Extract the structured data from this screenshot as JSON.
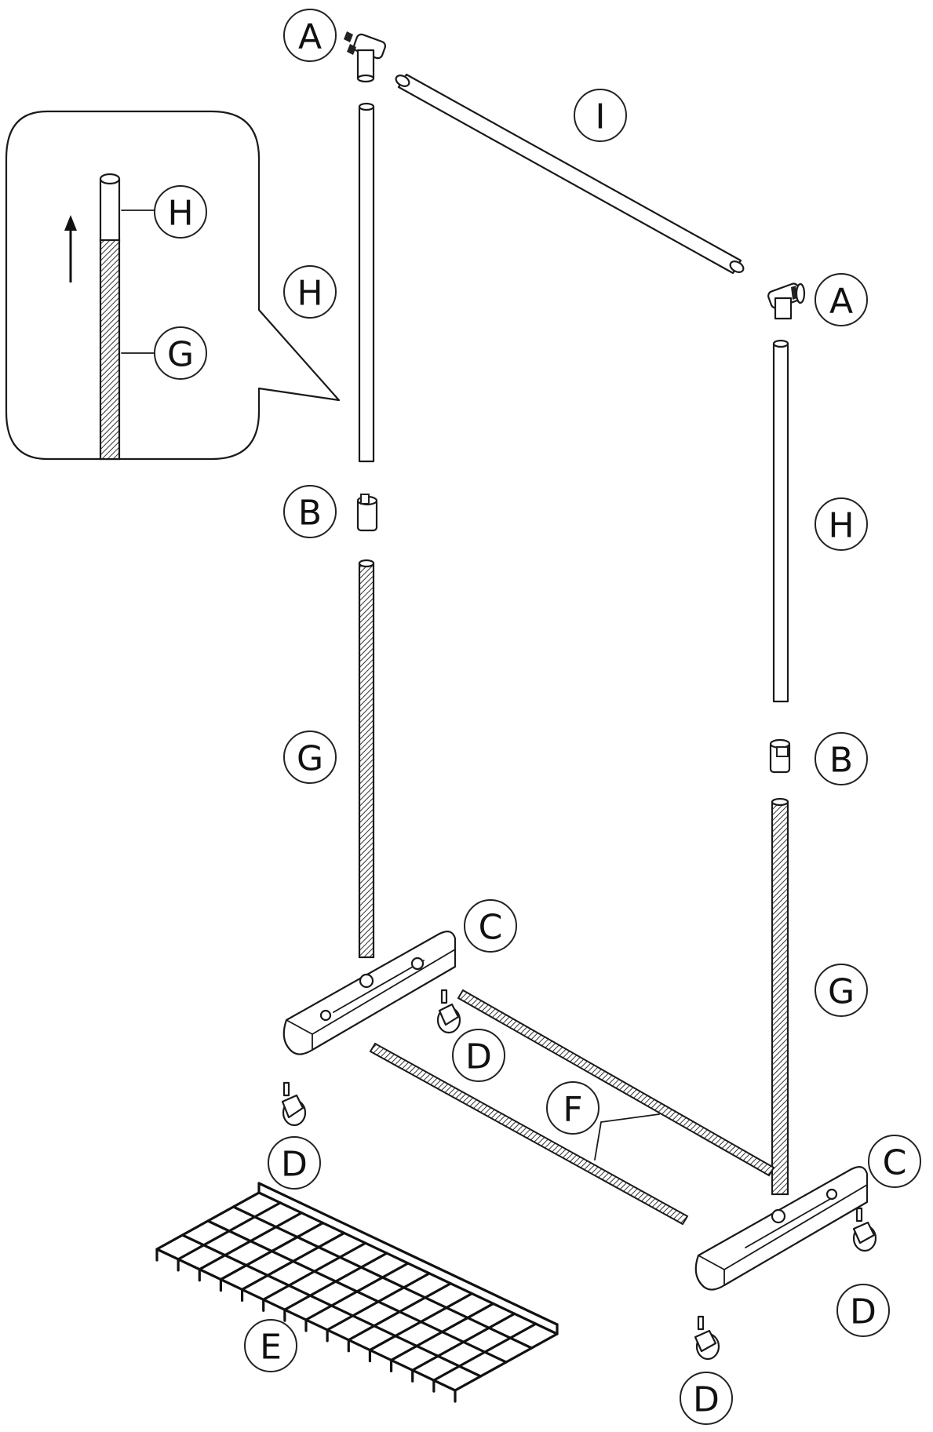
{
  "labels": {
    "A": "A",
    "B": "B",
    "C": "C",
    "D": "D",
    "E": "E",
    "F": "F",
    "G": "G",
    "H": "H",
    "I": "I"
  },
  "inset": {
    "upper_tube_label": "H",
    "lower_tube_label": "G",
    "arrow_icon": "arrow-up-icon"
  }
}
